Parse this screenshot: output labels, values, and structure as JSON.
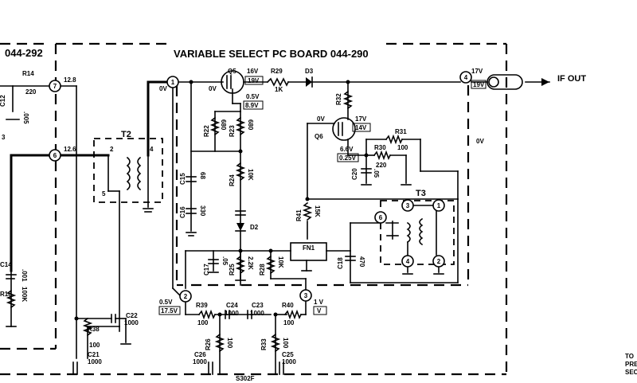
{
  "board_title": "VARIABLE SELECT PC BOARD 044-290",
  "left_board_title": "044-292",
  "output_label": "IF OUT",
  "right_note": [
    "TO",
    "PRE",
    "SEC"
  ],
  "transistors": [
    {
      "ref": "Q5",
      "source": "0V",
      "drain": "16V",
      "drain_box": "19V",
      "gate": "0.5V",
      "gate_box": "8.9V"
    },
    {
      "ref": "Q6",
      "source": "0V",
      "drain": "17V",
      "drain_box": "14V",
      "gate": "6.6V",
      "gate_box": "0.25V"
    }
  ],
  "transformers": [
    {
      "ref": "T2"
    },
    {
      "ref": "T3"
    }
  ],
  "filter": {
    "ref": "FN1"
  },
  "diodes": [
    {
      "ref": "D2"
    },
    {
      "ref": "D3"
    }
  ],
  "resistors": [
    {
      "ref": "R14",
      "value": "220"
    },
    {
      "ref": "R18",
      "value": "100K"
    },
    {
      "ref": "R22",
      "value": "680"
    },
    {
      "ref": "R23",
      "value": "680"
    },
    {
      "ref": "R24",
      "value": "10K"
    },
    {
      "ref": "R25",
      "value": "2.2K"
    },
    {
      "ref": "R26",
      "value": "100"
    },
    {
      "ref": "R28",
      "value": "10K"
    },
    {
      "ref": "R29",
      "value": "1K"
    },
    {
      "ref": "R30",
      "value": "220"
    },
    {
      "ref": "R31",
      "value": "100"
    },
    {
      "ref": "R32",
      "value": ""
    },
    {
      "ref": "R33",
      "value": "100"
    },
    {
      "ref": "R38",
      "value": "100"
    },
    {
      "ref": "R39",
      "value": "100"
    },
    {
      "ref": "R40",
      "value": "100"
    },
    {
      "ref": "R41",
      "value": "15K"
    }
  ],
  "capacitors": [
    {
      "ref": "C12",
      "value": ".005"
    },
    {
      "ref": "C14",
      "value": ".001"
    },
    {
      "ref": "C15",
      "value": "68"
    },
    {
      "ref": "C16",
      "value": "330"
    },
    {
      "ref": "C17",
      "value": ".05"
    },
    {
      "ref": "C18",
      "value": "470"
    },
    {
      "ref": "C20",
      "value": ".05"
    },
    {
      "ref": "C21",
      "value": "1000"
    },
    {
      "ref": "C22",
      "value": "1000"
    },
    {
      "ref": "C23",
      "value": "1000"
    },
    {
      "ref": "C24",
      "value": "1000"
    },
    {
      "ref": "C25",
      "value": "1000"
    },
    {
      "ref": "C26",
      "value": "1000"
    }
  ],
  "nodes": {
    "n1": "1",
    "n2": "2",
    "n3": "3",
    "n4": "4",
    "n6": "6",
    "n7": "7",
    "t2_pin2": "2",
    "t2_pin4": "4",
    "t2_pin5": "5",
    "t3_pin1": "1",
    "t3_pin2": "2",
    "t3_pin3": "3",
    "t3_pin4": "4",
    "t3_pin6": "6"
  },
  "voltages": {
    "v_12_8": "12.8",
    "v_12_6": "12.6",
    "v_0v_in": "0V",
    "v_17v_out": "17V",
    "v_19v_out": "19V",
    "v_0v_board": "0V",
    "v_pin2": "0.5V",
    "v_pin2_box": "17.5V",
    "v_pin3": "1 V",
    "v_pin3_box": "V"
  },
  "connector": {
    "ref": "S302F"
  },
  "left_edge_text": "3"
}
